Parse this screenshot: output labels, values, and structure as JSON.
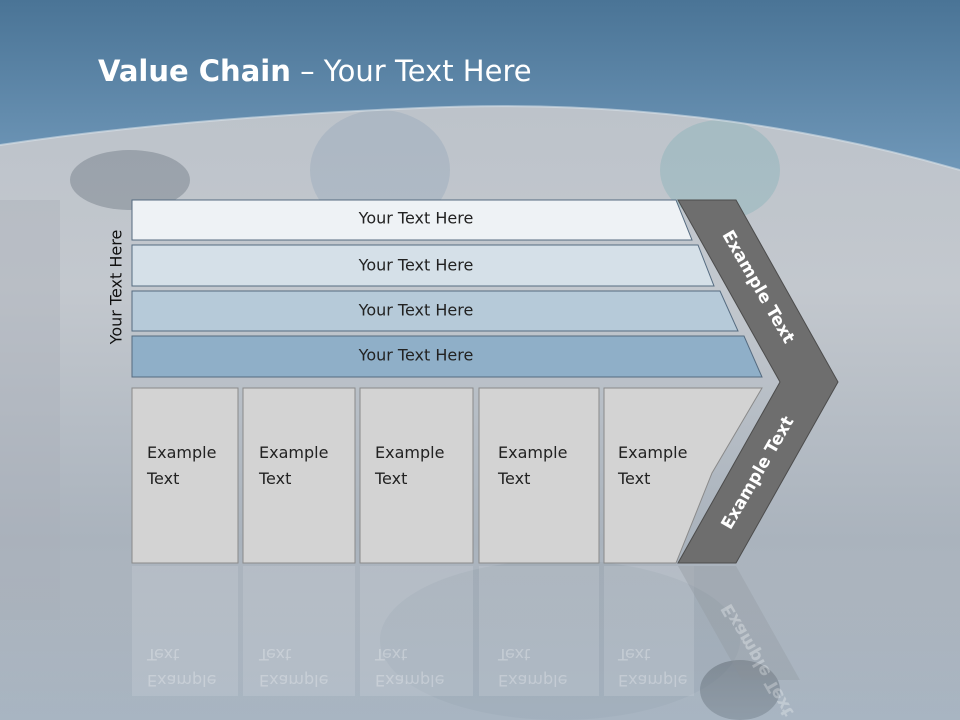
{
  "title": {
    "bold": "Value Chain",
    "rest": " – Your Text Here"
  },
  "side_label": "Your Text Here",
  "bars": [
    {
      "label": "Your Text Here",
      "color": "#eef2f5"
    },
    {
      "label": "Your Text Here",
      "color": "#d5e0e8"
    },
    {
      "label": "Your Text Here",
      "color": "#b6cad9"
    },
    {
      "label": "Your Text Here",
      "color": "#8fafc8"
    }
  ],
  "cells": [
    {
      "line1": "Example",
      "line2": "Text"
    },
    {
      "line1": "Example",
      "line2": "Text"
    },
    {
      "line1": "Example",
      "line2": "Text"
    },
    {
      "line1": "Example",
      "line2": "Text"
    },
    {
      "line1": "Example",
      "line2": "Text"
    }
  ],
  "chevron": {
    "upper": "Example Text",
    "lower": "Example Text",
    "color": "#6e6e6e"
  },
  "colors": {
    "header": "#5f86a8",
    "cell": "#d3d3d3",
    "cell_border": "#8a8a8a"
  }
}
